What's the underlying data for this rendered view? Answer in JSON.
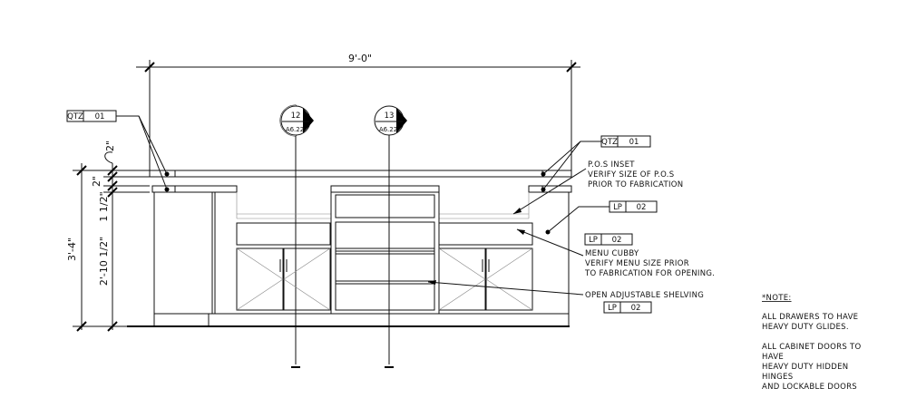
{
  "dimensions": {
    "overall_width": "9'-0\"",
    "overall_height": "3'-4\"",
    "counter_height": "2'-10 1/2\"",
    "top_2a": "2\"",
    "top_2b": "2\"",
    "top_1_5": "1 1/2\""
  },
  "section_markers": [
    {
      "number": "12",
      "sheet": "A6.22"
    },
    {
      "number": "13",
      "sheet": "A6.22"
    }
  ],
  "tags": {
    "qtz_left": {
      "code": "QTZ",
      "number": "01"
    },
    "qtz_right": {
      "code": "QTZ",
      "number": "01"
    },
    "lp_top": {
      "code": "LP",
      "number": "02"
    },
    "lp_mid": {
      "code": "LP",
      "number": "02"
    },
    "lp_bottom": {
      "code": "LP",
      "number": "02"
    }
  },
  "callouts": {
    "pos_inset": [
      "P.O.S INSET",
      "VERIFY SIZE OF P.O.S",
      "PRIOR TO FABRICATION"
    ],
    "menu_cubby": [
      "MENU CUBBY",
      "VERIFY MENU SIZE PRIOR",
      "TO FABRICATION FOR OPENING."
    ],
    "shelving": "OPEN ADJUSTABLE SHELVING"
  },
  "notes": {
    "heading": "*NOTE:",
    "lines": [
      "ALL DRAWERS TO HAVE",
      "HEAVY DUTY GLIDES.",
      "",
      "ALL CABINET DOORS TO",
      "HAVE",
      "HEAVY DUTY HIDDEN",
      "HINGES",
      "AND LOCKABLE DOORS"
    ]
  }
}
